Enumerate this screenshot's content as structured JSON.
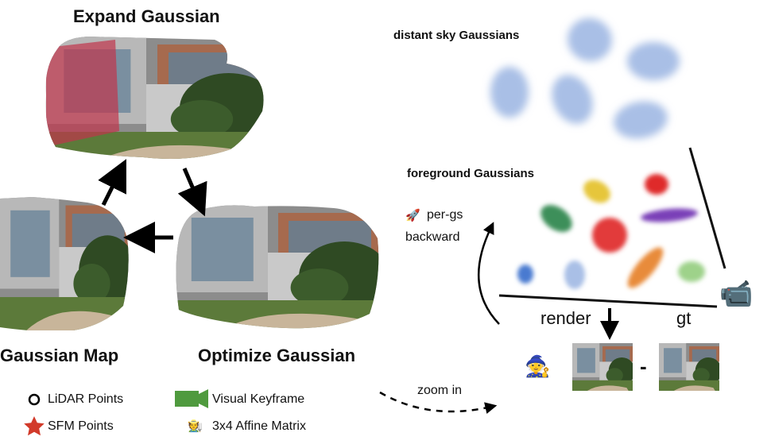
{
  "pipeline": {
    "expand_title": "Expand Gaussian",
    "map_title": "Gaussian Map",
    "optimize_title": "Optimize Gaussian"
  },
  "detail": {
    "sky_label": "distant sky Gaussians",
    "foreground_label": "foreground Gaussians",
    "per_gs_emoji": "🚀",
    "per_gs_label": "per-gs",
    "backward_label": "backward",
    "render_label": "render",
    "gt_label": "gt",
    "minus_label": "-",
    "zoom_label": "zoom in",
    "witch_emoji": "🧙",
    "camera_emoji": "📹"
  },
  "legend": {
    "lidar_label": "LiDAR Points",
    "sfm_label": "SFM Points",
    "keyframe_label": "Visual Keyframe",
    "affine_emoji": "🧑‍🌾",
    "affine_label": "3x4 Affine Matrix"
  },
  "colors": {
    "sky_gaussian": "#a9bfe6",
    "highlight_red": "#c0344c",
    "keyframe_green": "#4f9a3e",
    "star_red": "#d23a2a"
  }
}
